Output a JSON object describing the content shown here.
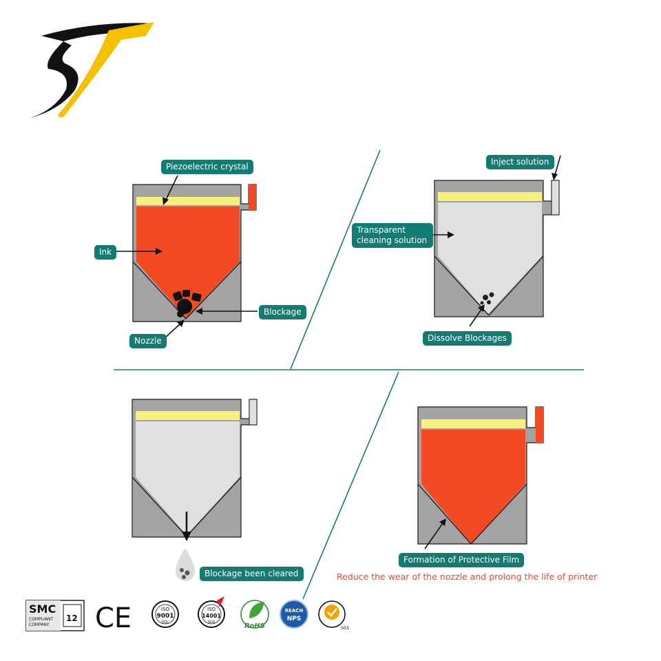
{
  "labels": {
    "piezo": "Piezoelectric crystal",
    "ink": "Ink",
    "blockage": "Blockage",
    "nozzle": "Nozzle",
    "inject": "Inject solution",
    "transparent_line1": "Transparent",
    "transparent_line2": "cleaning solution",
    "dissolve": "Dissolve Blockages",
    "cleared": "Blockage been cleared",
    "film": "Formation of Protective Film",
    "reduce": "Reduce the wear of the nozzle and prolong the life of printer"
  },
  "certs": {
    "smc": "SMC",
    "smc_sub1": "COMPLIANT",
    "smc_sub2": "COMPANY",
    "smc_num": "12",
    "ce": "CE",
    "iso9001_top": "ISO",
    "iso9001_num": "9001",
    "iso9001_bottom": "DQC",
    "iso14001_top": "ISO",
    "iso14001_num": "14001",
    "iso14001_bottom": "SGS",
    "rohs": "RoHS",
    "reach_top": "REACH",
    "reach_bottom": "NPS",
    "sgs": "SGS"
  },
  "colors": {
    "teal": "#137b72",
    "ink": "#f24a23",
    "yellow": "#f8f17a",
    "gray_dark": "#a3a3a3",
    "gray_light": "#e0e0e0",
    "logo_yellow": "#f5c000"
  }
}
